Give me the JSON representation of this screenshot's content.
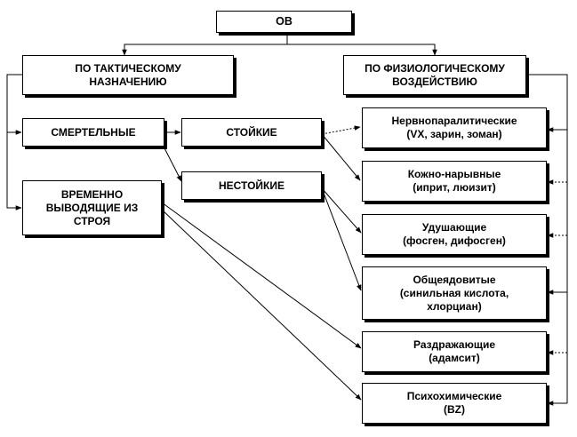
{
  "diagram": {
    "root": "ОВ",
    "tactical": "ПО ТАКТИЧЕСКОМУ\nНАЗНАЧЕНИЮ",
    "physio": "ПО ФИЗИОЛОГИЧЕСКОМУ\nВОЗДЕЙСТВИЮ",
    "lethal": "СМЕРТЕЛЬНЫЕ",
    "temporary": "ВРЕМЕННО\nВЫВОДЯЩИЕ ИЗ\nСТРОЯ",
    "persistent": "СТОЙКИЕ",
    "nonpersistent": "НЕСТОЙКИЕ",
    "nerve": "Нервнопаралитические\n(VX, зарин, зоман)",
    "blister": "Кожно-нарывные\n(иприт, люизит)",
    "choking": "Удушающие\n(фосген, дифосген)",
    "blood": "Общеядовитые\n(синильная кислота,\nхлорциан)",
    "irritant": "Раздражающие\n(адамсит)",
    "psycho": "Психохимические\n(BZ)"
  }
}
